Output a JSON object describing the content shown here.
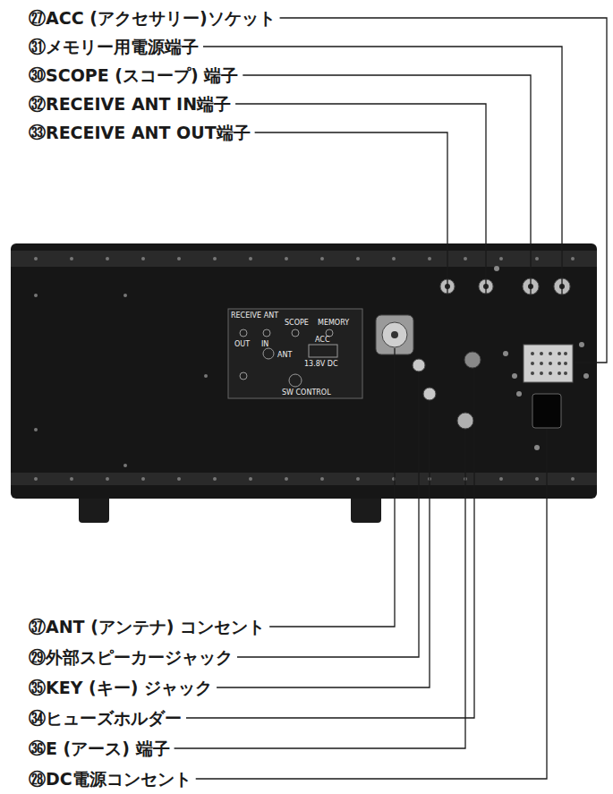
{
  "diagram": {
    "labels": [
      "㉗ACC (アクセサリー)ソケット",
      "㉛メモリー用電源端子",
      "㉚SCOPE (スコープ) 端子",
      "㉜RECEIVE ANT IN端子",
      "㉝RECEIVE ANT OUT端子",
      "㊲ANT (アンテナ) コンセント",
      "㉙外部スピーカージャック",
      "㉟KEY (キー) ジャック",
      "㉞ヒューズホルダー",
      "㊱E (アース) 端子",
      "㉘DC電源コンセント",
      "RECEIVE ANT",
      "OUT",
      "IN",
      "SCOPE",
      "MEMORY",
      "ACC",
      "ANT",
      "13.8V DC",
      "SW CONTROL"
    ]
  }
}
